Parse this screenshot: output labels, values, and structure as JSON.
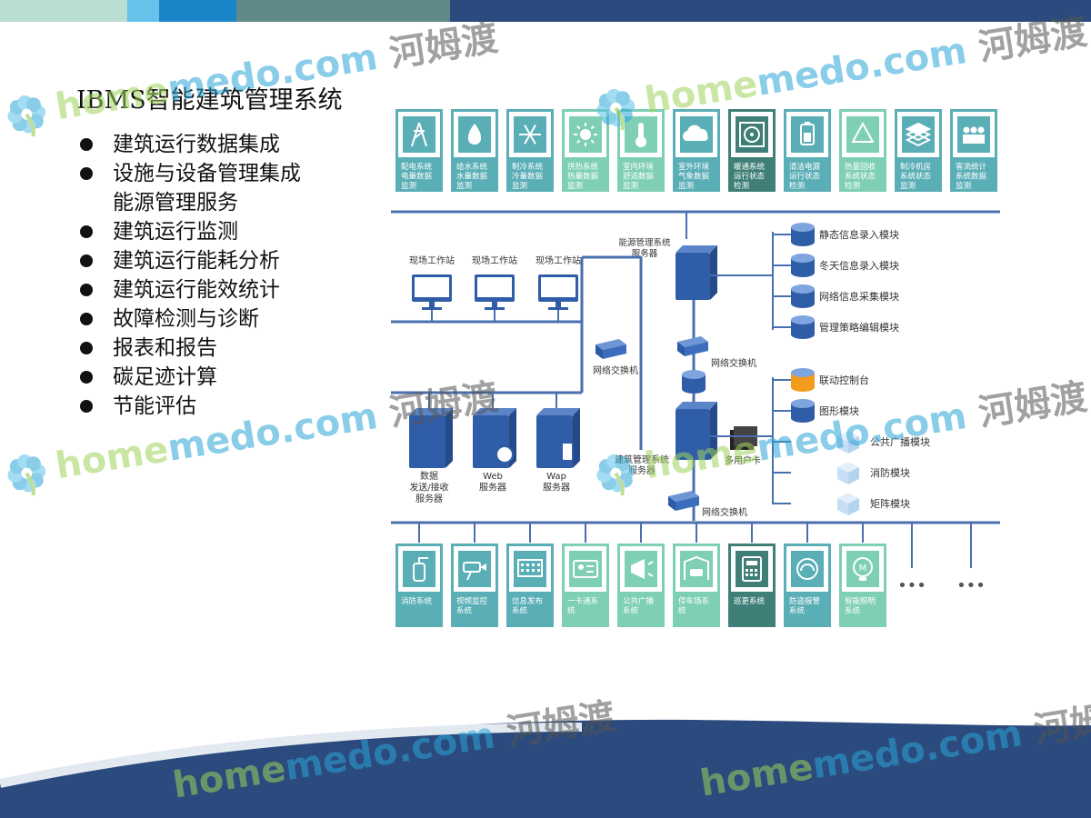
{
  "slide": {
    "title": "IBMS智能建筑管理系统",
    "bullets": [
      {
        "text": "建筑运行数据集成",
        "dot": true
      },
      {
        "text": "设施与设备管理集成",
        "dot": true
      },
      {
        "text": "能源管理服务",
        "dot": false
      },
      {
        "text": "建筑运行监测",
        "dot": true
      },
      {
        "text": "建筑运行能耗分析",
        "dot": true
      },
      {
        "text": "建筑运行能效统计",
        "dot": true
      },
      {
        "text": "故障检测与诊断",
        "dot": true
      },
      {
        "text": "报表和报告",
        "dot": true
      },
      {
        "text": "碳足迹计算",
        "dot": true
      },
      {
        "text": "节能评估",
        "dot": true
      }
    ]
  },
  "colors": {
    "topbar": [
      "#b9ddd2",
      "#66c2ea",
      "#1a85c8",
      "#5f8a87",
      "#2b4a7d"
    ],
    "navy": "#2b4a7d",
    "line": "#4a6fae",
    "server": "#2f5da8",
    "teal_card": "#5aaeb6",
    "mint_card": "#7fcfb6",
    "dark_card": "#3f7f77",
    "orange": "#f39b1a"
  },
  "diagram": {
    "top_systems": [
      {
        "label": "配电系统\n电量数据\n监测",
        "icon": "power-tower-icon",
        "tone": "teal"
      },
      {
        "label": "给水系统\n水量数据\n监测",
        "icon": "water-drop-icon",
        "tone": "teal"
      },
      {
        "label": "制冷系统\n冷量数据\n监测",
        "icon": "snowflake-icon",
        "tone": "teal"
      },
      {
        "label": "供热系统\n热量数据\n监测",
        "icon": "sun-icon",
        "tone": "mint"
      },
      {
        "label": "室内环境\n舒适数据\n监测",
        "icon": "thermometer-icon",
        "tone": "mint"
      },
      {
        "label": "室外环境\n气象数据\n监测",
        "icon": "cloud-icon",
        "tone": "teal"
      },
      {
        "label": "暖通系统\n运行状态\n检测",
        "icon": "fan-icon",
        "tone": "dark"
      },
      {
        "label": "清洁电源\n运行状态\n检测",
        "icon": "battery-icon",
        "tone": "teal"
      },
      {
        "label": "热量回收\n系统状态\n检测",
        "icon": "recycle-icon",
        "tone": "mint"
      },
      {
        "label": "制冷机房\n系统状态\n监测",
        "icon": "layers-icon",
        "tone": "teal"
      },
      {
        "label": "客流统计\n系统数据\n监测",
        "icon": "people-icon",
        "tone": "teal"
      }
    ],
    "workstation_label": "现场工作站",
    "energy_server_label": "能源管理系统\n服务器",
    "switch_label": "网络交换机",
    "building_server_label": "建筑管理系统\n服务器",
    "multi_card_label": "多用户卡",
    "servers": [
      {
        "label": "数据\n发送/接收\n服务器"
      },
      {
        "label": "Web\n服务器"
      },
      {
        "label": "Wap\n服务器"
      }
    ],
    "energy_modules": [
      "静态信息录入模块",
      "冬天信息录入模块",
      "网络信息采集模块",
      "管理策略编辑模块"
    ],
    "building_modules": [
      {
        "label": "联动控制台",
        "shape": "disk",
        "color": "orange"
      },
      {
        "label": "图形模块",
        "shape": "disk",
        "color": "blue"
      },
      {
        "label": "公共广播模块",
        "shape": "cube",
        "color": "blue"
      },
      {
        "label": "消防模块",
        "shape": "cube",
        "color": "blue"
      },
      {
        "label": "矩阵模块",
        "shape": "cube",
        "color": "blue"
      }
    ],
    "bottom_systems": [
      {
        "label": "消防系统",
        "icon": "fire-extinguisher-icon",
        "tone": "teal"
      },
      {
        "label": "视频监控\n系统",
        "icon": "camera-icon",
        "tone": "teal"
      },
      {
        "label": "信息发布\n系统",
        "icon": "display-board-icon",
        "tone": "teal"
      },
      {
        "label": "一卡通系\n统",
        "icon": "id-card-icon",
        "tone": "mint"
      },
      {
        "label": "公共广播\n系统",
        "icon": "megaphone-icon",
        "tone": "mint"
      },
      {
        "label": "停车场系\n统",
        "icon": "parking-icon",
        "tone": "mint"
      },
      {
        "label": "巡更系统",
        "icon": "calculator-icon",
        "tone": "dark"
      },
      {
        "label": "防盗报警\n系统",
        "icon": "alarm-icon",
        "tone": "teal"
      },
      {
        "label": "智能照明\n系统",
        "icon": "bulb-icon",
        "tone": "mint"
      }
    ],
    "ellipsis": "•••"
  },
  "watermark": {
    "brand_green": "home",
    "brand_blue": "do.com",
    "brand_mid": "me",
    "chinese": "河姆渡"
  }
}
